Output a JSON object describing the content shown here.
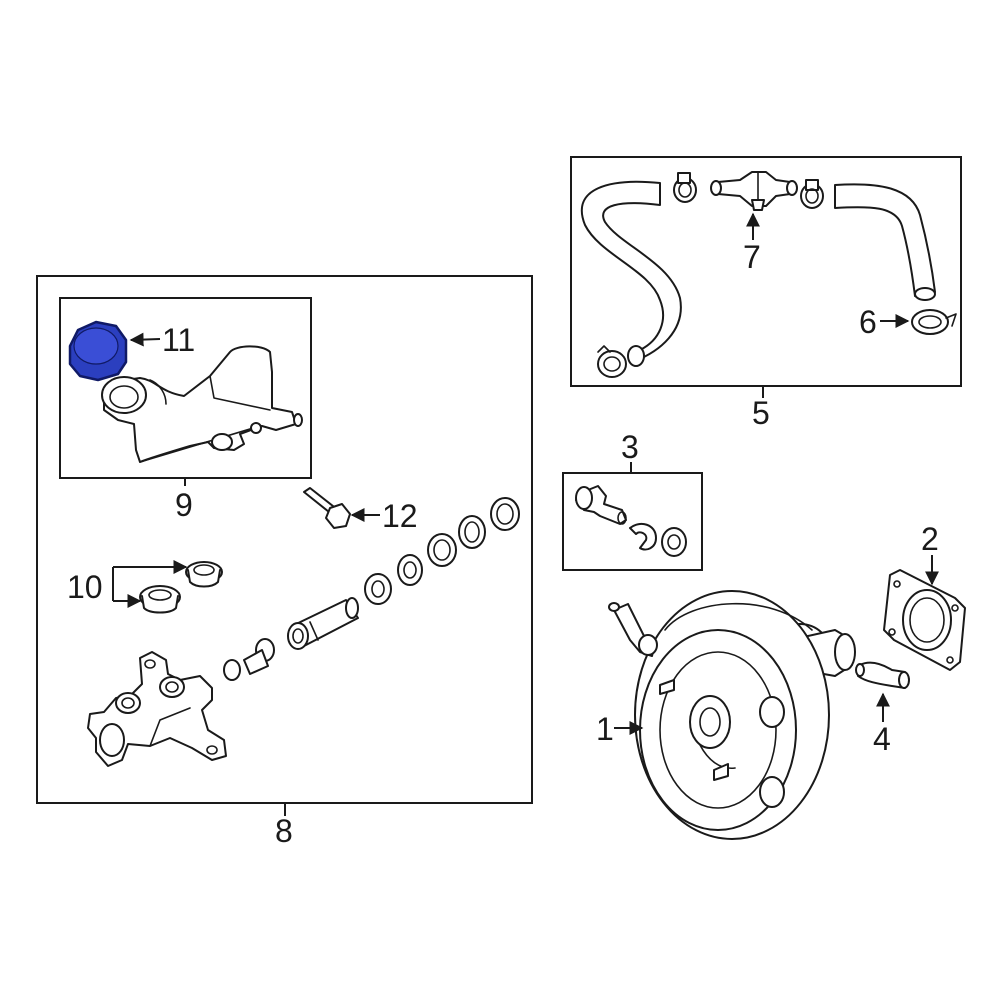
{
  "colors": {
    "line": "#1a1a1a",
    "background": "#ffffff",
    "highlight_fill": "#2b3fbf",
    "highlight_stroke": "#101a66"
  },
  "callouts": {
    "c1": "1",
    "c2": "2",
    "c3": "3",
    "c4": "4",
    "c5": "5",
    "c6": "6",
    "c7": "7",
    "c8": "8",
    "c9": "9",
    "c10": "10",
    "c11": "11",
    "c12": "12"
  },
  "highlighted_part": "11"
}
